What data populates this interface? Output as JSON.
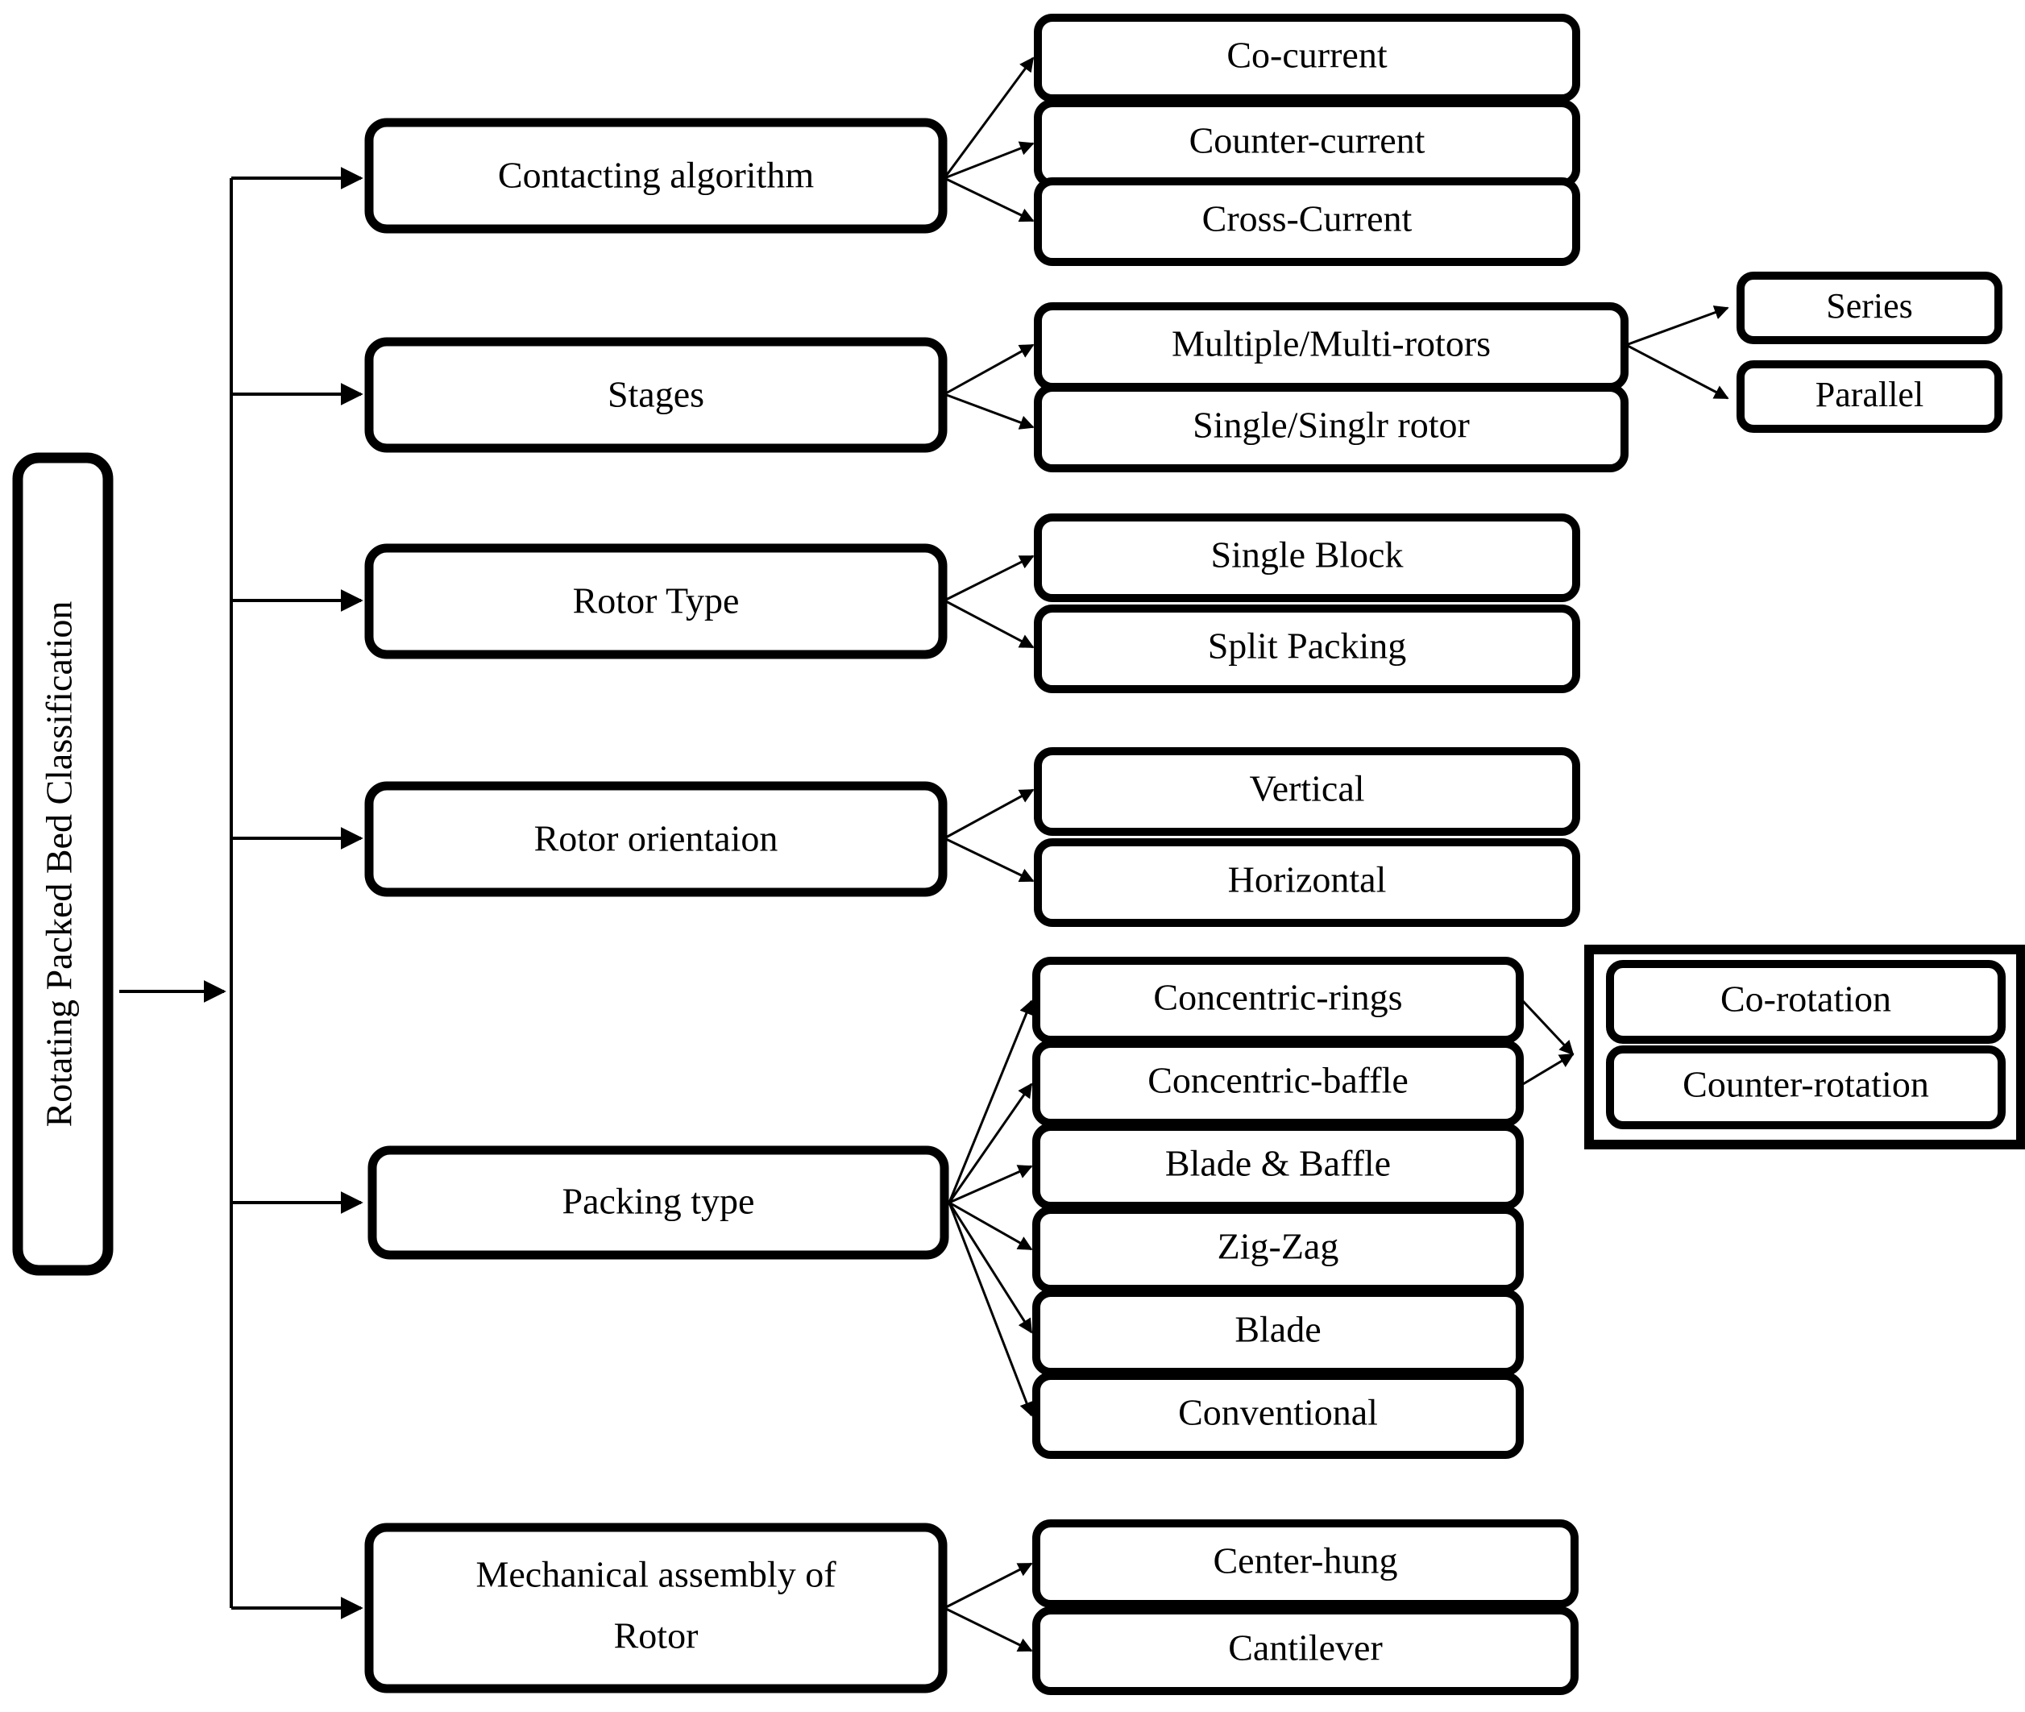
{
  "diagram": {
    "title": "Rotating Packed Bed Classification",
    "type": "tree-classification-diagram",
    "style": {
      "box_fill": "#ffffff",
      "box_stroke": "#000000",
      "line_color": "#000000",
      "text_color": "#000000"
    },
    "root": {
      "label": "Rotating Packed Bed Classification",
      "orientation": "vertical-text"
    },
    "branches": [
      {
        "label": "Contacting algorithm",
        "children": [
          {
            "label": "Co-current"
          },
          {
            "label": "Counter-current"
          },
          {
            "label": "Cross-Current"
          }
        ]
      },
      {
        "label": "Stages",
        "children": [
          {
            "label": "Multiple/Multi-rotors",
            "children": [
              {
                "label": "Series"
              },
              {
                "label": "Parallel"
              }
            ]
          },
          {
            "label": "Single/Singlr rotor"
          }
        ]
      },
      {
        "label": "Rotor Type",
        "children": [
          {
            "label": "Single Block"
          },
          {
            "label": "Split Packing"
          }
        ]
      },
      {
        "label": "Rotor orientaion",
        "children": [
          {
            "label": "Vertical"
          },
          {
            "label": "Horizontal"
          }
        ]
      },
      {
        "label": "Packing type",
        "children": [
          {
            "label": "Concentric-rings"
          },
          {
            "label": "Concentric-baffle"
          },
          {
            "label": "Blade & Baffle"
          },
          {
            "label": "Zig-Zag"
          },
          {
            "label": "Blade"
          },
          {
            "label": "Conventional"
          }
        ],
        "grouped_children": {
          "group_border": true,
          "from": [
            "Concentric-rings",
            "Concentric-baffle"
          ],
          "items": [
            {
              "label": "Co-rotation"
            },
            {
              "label": "Counter-rotation"
            }
          ]
        }
      },
      {
        "label": "Mechanical assembly of Rotor",
        "label_line1": "Mechanical assembly of",
        "label_line2": "Rotor",
        "children": [
          {
            "label": "Center-hung"
          },
          {
            "label": "Cantilever"
          }
        ]
      }
    ]
  }
}
